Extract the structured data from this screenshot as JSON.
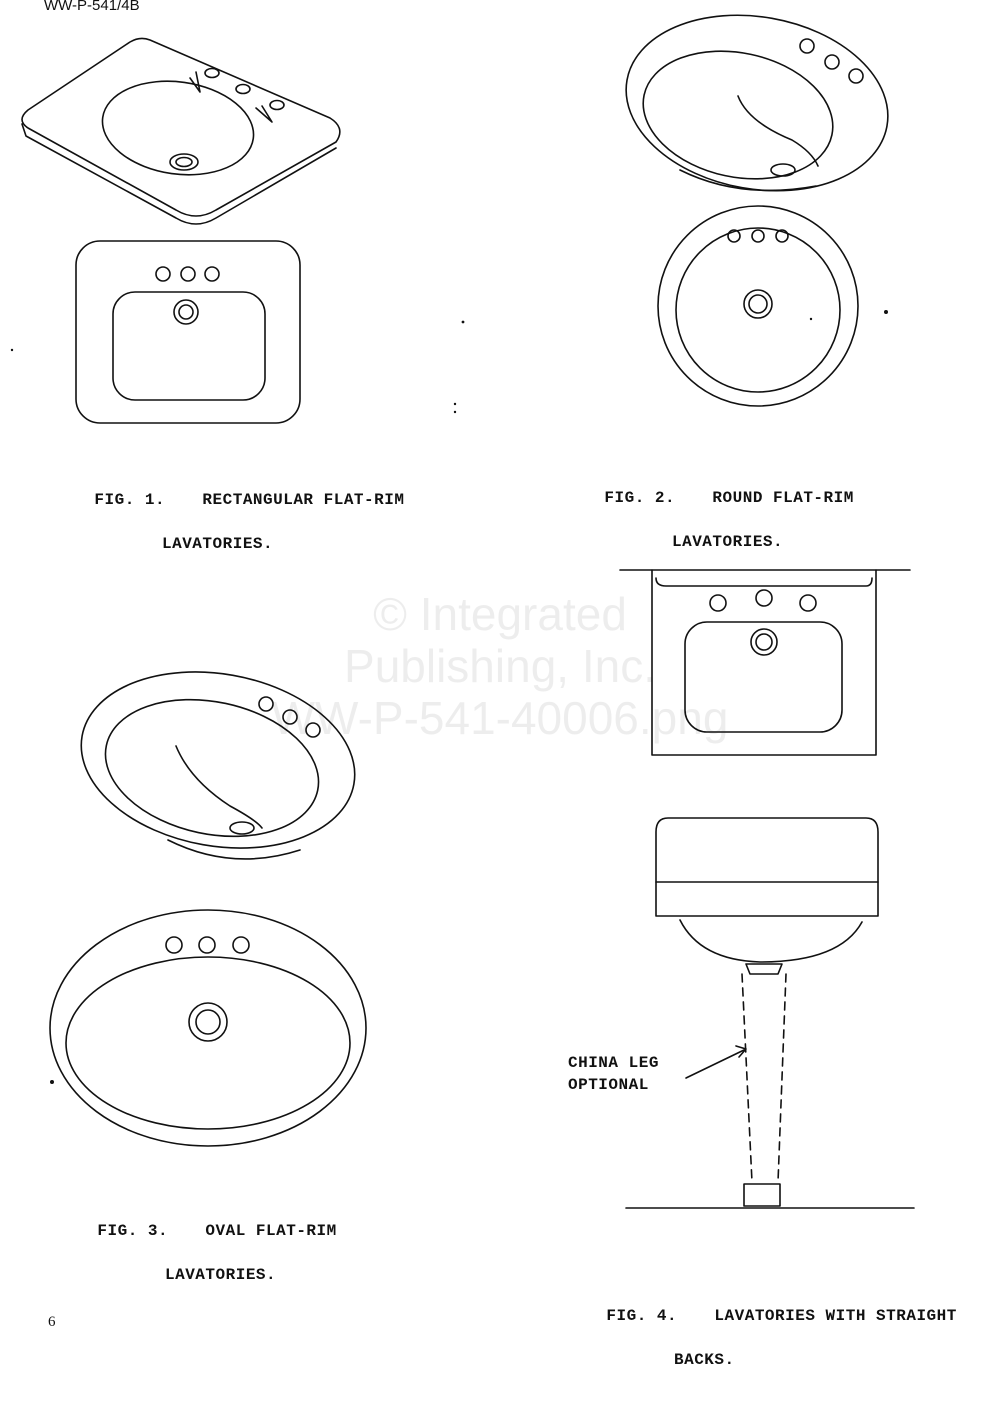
{
  "document": {
    "id": "WW-P-541/4B",
    "page_number": "6",
    "watermark": [
      "© Integrated",
      "Publishing, Inc.",
      "WW-P-541-40006.png"
    ]
  },
  "figures": [
    {
      "number": "FIG. 1.",
      "title_line1": "RECTANGULAR FLAT-RIM",
      "title_line2": "LAVATORIES."
    },
    {
      "number": "FIG. 2.",
      "title_line1": "ROUND FLAT-RIM",
      "title_line2": "LAVATORIES."
    },
    {
      "number": "FIG. 3.",
      "title_line1": "OVAL FLAT-RIM",
      "title_line2": "LAVATORIES."
    },
    {
      "number": "FIG. 4.",
      "title_line1": "LAVATORIES WITH STRAIGHT",
      "title_line2": "BACKS."
    }
  ],
  "callout": {
    "line1": "CHINA LEG",
    "line2": "OPTIONAL"
  },
  "colors": {
    "ink": "#111111",
    "paper": "#ffffff"
  }
}
